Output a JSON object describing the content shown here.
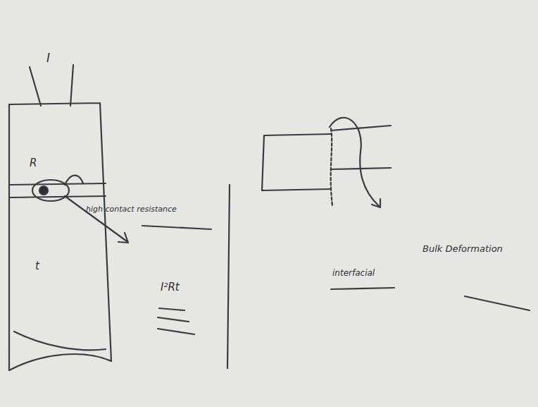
{
  "diagram": {
    "nodes": [
      {
        "text": [
          "R",
          "t"
        ]
      }
    ],
    "labels": [
      "I",
      "high contact resistance",
      "I²Rt",
      "interfacial",
      "Bulk Deformation"
    ]
  }
}
